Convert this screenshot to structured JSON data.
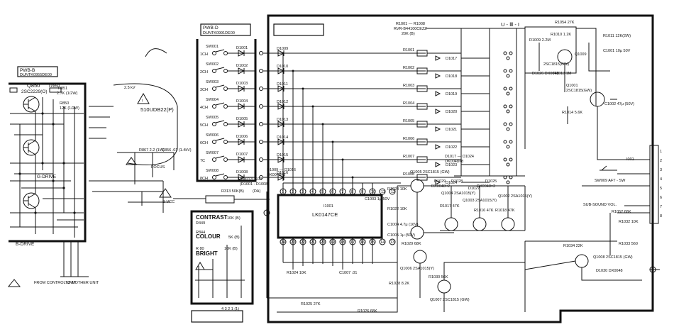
{
  "pwb_b": {
    "title": "PWB-B",
    "code": "DUNTK0955DE00"
  },
  "pwb_d": {
    "title": "PWB-D",
    "code": "DUNTK0991DE00"
  },
  "pwb_c": {
    "r_header": "R1001 — R1008",
    "r_part": "RVR-B44100CEZZ",
    "r_val": "20K (B)",
    "uvi": "U - Ⅲ - I",
    "pots": [
      "R1001",
      "R1002",
      "R1003",
      "R1004",
      "R1005",
      "R1006",
      "R1007",
      "R1008"
    ],
    "mid_diodes": [
      "D1009",
      "D1010",
      "D1011",
      "D1012",
      "D1013",
      "D1014",
      "D1015",
      "D1016"
    ],
    "right_diodes": [
      "D1017",
      "D1018",
      "D1019",
      "D1020",
      "D1021",
      "D1022",
      "D1023",
      "D1024"
    ],
    "d1009_1016": "D1009 — D1016",
    "dk0048x8": "DK0048×8",
    "d1017_1024": "D1017 — D1024",
    "dk0048x8b": "DK0048×8",
    "pk_label": "PK0012CE00",
    "pk_sub": "(D1001 - D1008)",
    "r313": "R313 50K(B)",
    "da": "(DA)",
    "b_vcc": "B-VCC",
    "ic_name": "I1001",
    "ic_part": "LK0147CE",
    "q1009": "Q1009",
    "q1009_type": "2SC1815(GW)",
    "q1001": "Q1001",
    "q1001_type": "2SC1815(GW)",
    "r1009": "R1009 2.2M",
    "r1010": "R1010 1.2K",
    "r1054": "R1054 27K",
    "r1011": "R1011 12K(2W)",
    "c1001": "C1001 10μ 50V",
    "c1002": "C1002 47μ (50V)",
    "r1014": "R1014 5.6K",
    "r1013": "R1013 1M",
    "d1026": "D1026 DX0048",
    "q1005": "Q1005 2SC1815 (GW)",
    "q1004": "Q1004 2SA1015(Y)",
    "q1003": "Q1003 2SA1015(Y)",
    "q1002": "Q1002 2SA1015(Y)",
    "d1029": "D1029",
    "d1028": "D1028",
    "d1027": "D1027",
    "d1025": "D1025",
    "dk0048x2": "DX0048×2",
    "dk0048x2b": "DX0048×2",
    "r1017": "R1017 47K",
    "r1016": "R1016 47K",
    "r1018": "R1018 47K",
    "q1006": "Q1006 2SA1015(Y)",
    "q1007": "Q1007 2SC1815 (GW)",
    "q1008": "Q1008 2SC1815 (GW)",
    "r1026": "R1026 68K",
    "r1025": "R1025 27K",
    "r1024": "R1024 10K",
    "r1030": "R1030 56K",
    "r1032": "R1032 10K",
    "r1033": "R1033 560",
    "r1034": "R1034 22K",
    "r1052": "R1052 68K",
    "d1030": "D1030 DX0048",
    "sub_sound": "SUB-SOUND VOL.",
    "sw009": "SW009 AFT - SW",
    "c1004": "C1004 4.7μ (16V)",
    "c1005": "C1005 1μ (50V)",
    "c1007": "C1007 .01",
    "r1028": "R1028 8.2K",
    "r1029": "R1029 68K",
    "r1023": "R1023 10K",
    "r1022": "R1022 10K",
    "c1003": "C1003 1μ 50V",
    "r1020": "R1020 68K",
    "i001": "I001",
    "conn_pins": [
      "1",
      "2",
      "3",
      "4",
      "5",
      "6",
      "7",
      "8"
    ]
  },
  "pwb_e": {
    "contrast": "CONTRAST",
    "r449": "R449",
    "contrast_val": "10K (B)",
    "colour": "COLOUR",
    "r844": "R844",
    "colour_val": "5K (B)",
    "bright": "BRIGHT",
    "r80": "R 80",
    "bright_val": "10K (B)",
    "pins": "4 3 2 1 (1)"
  },
  "left_board": {
    "q850": "Q850",
    "q850_type": "2SC2229(O)",
    "r851": "R851",
    "r851_val": "2.7K (1/2W)",
    "r850": "R850",
    "r850_val": "12K (1/2W)",
    "tp850": "TP850",
    "crt_label": "510UDB22(P)",
    "hv_label": "2.5 kV",
    "c856": "C856 .01 (1.4kV)",
    "r867": "R867 2.2 (1W)",
    "focus": "FOCUS",
    "g_drive": "G-DRIVE",
    "b_drive": "B-DRIVE",
    "from_control": "FROM CONTROL UNIT",
    "to_mother": "TO MOTHER UNIT"
  },
  "pwb_d_switches": [
    {
      "sw": "SW001",
      "ch": "1CH",
      "diode": "D1001"
    },
    {
      "sw": "SW002",
      "ch": "2CH",
      "diode": "D1002"
    },
    {
      "sw": "SW003",
      "ch": "3CH",
      "diode": "D1003"
    },
    {
      "sw": "SW004",
      "ch": "4CH",
      "diode": "D1004"
    },
    {
      "sw": "SW005",
      "ch": "5CH",
      "diode": "D1005"
    },
    {
      "sw": "SW006",
      "ch": "6CH",
      "diode": "D1006"
    },
    {
      "sw": "SW007",
      "ch": "7C",
      "diode": "D1007"
    },
    {
      "sw": "SW008",
      "ch": "8CH",
      "diode": "D1008"
    }
  ],
  "colors": {
    "ink": "#111111",
    "paper": "#ffffff"
  }
}
